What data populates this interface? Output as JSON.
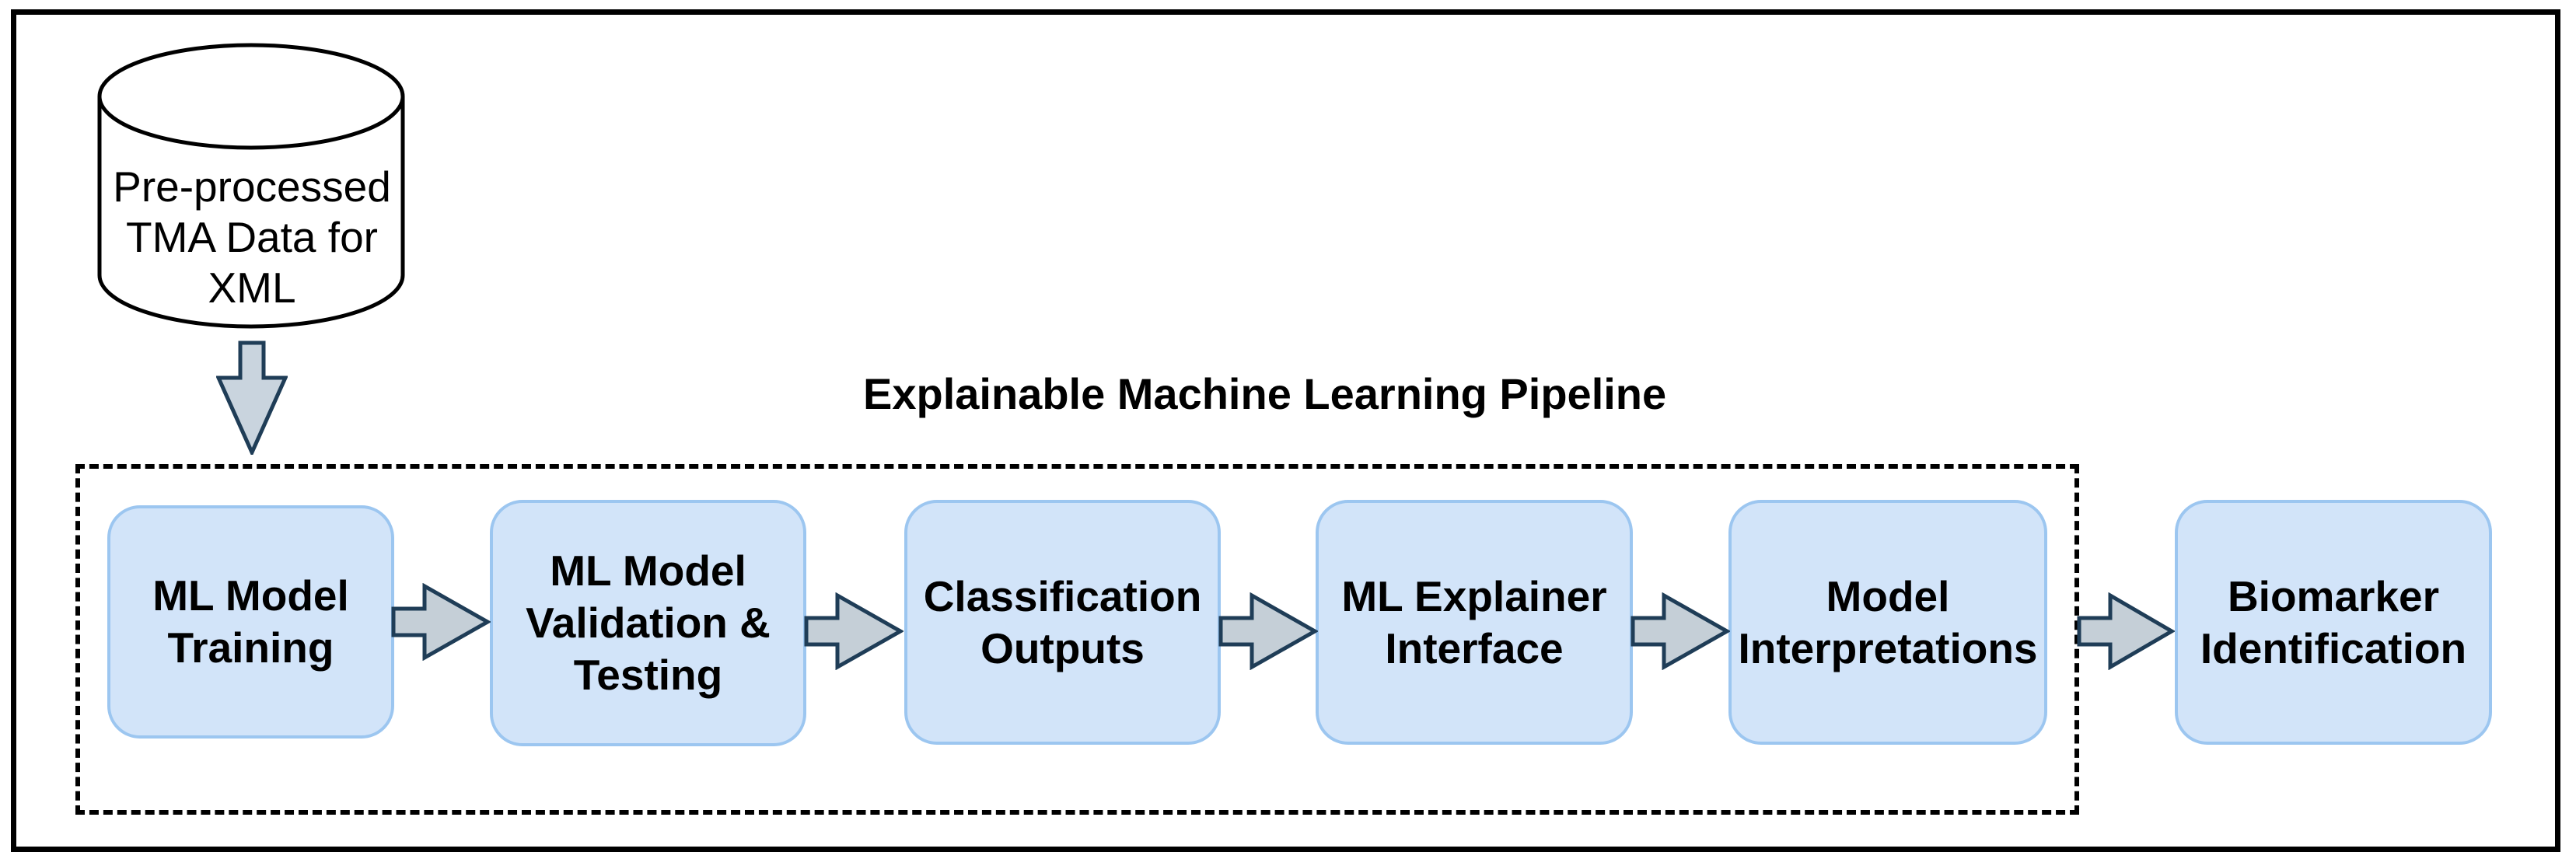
{
  "diagram": {
    "title": "Explainable Machine Learning Pipeline",
    "source": {
      "label": "Pre-processed\nTMA Data for\nXML",
      "shape": "database-cylinder"
    },
    "pipeline_stages": [
      {
        "label": "ML Model\nTraining"
      },
      {
        "label": "ML Model\nValidation &\nTesting"
      },
      {
        "label": "Classification\nOutputs"
      },
      {
        "label": "ML Explainer\nInterface"
      },
      {
        "label": "Model\nInterpretations"
      }
    ],
    "output": {
      "label": "Biomarker\nIdentification"
    },
    "connectors": {
      "down_arrow_count": 1,
      "right_arrow_count": 5
    },
    "colors": {
      "box_fill": "#d2e4f9",
      "box_border": "#9cc6f0",
      "arrow_fill": "#c5cfd7",
      "arrow_outline": "#1f3d57",
      "down_arrow_fill": "#c9d4de",
      "frame_color": "#000000",
      "dashed_border_color": "#000000",
      "text_color": "#000000",
      "background": "#ffffff"
    }
  }
}
